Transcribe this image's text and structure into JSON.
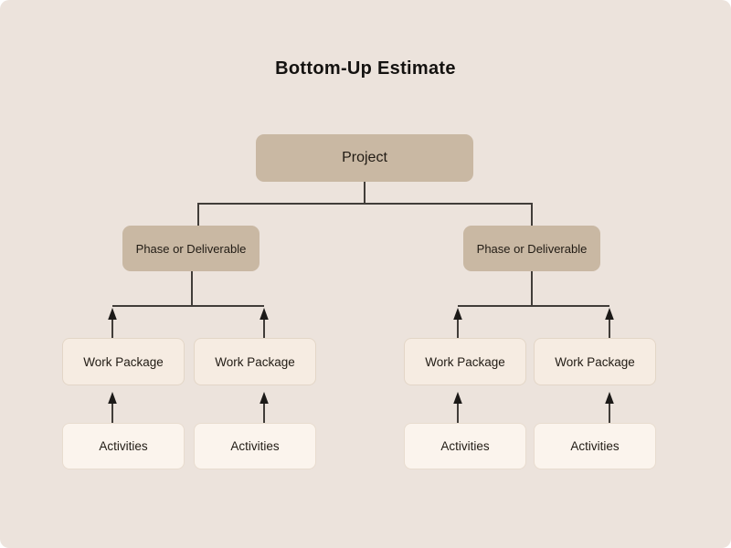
{
  "title": "Bottom-Up Estimate",
  "diagram": {
    "project": {
      "label": "Project"
    },
    "phases": [
      {
        "label": "Phase or Deliverable"
      },
      {
        "label": "Phase or Deliverable"
      }
    ],
    "work_packages": [
      {
        "label": "Work Package"
      },
      {
        "label": "Work Package"
      },
      {
        "label": "Work Package"
      },
      {
        "label": "Work Package"
      }
    ],
    "activities": [
      {
        "label": "Activities"
      },
      {
        "label": "Activities"
      },
      {
        "label": "Activities"
      },
      {
        "label": "Activities"
      }
    ]
  },
  "colors": {
    "background": "#ECE3DC",
    "node_primary": "#C9B8A3",
    "node_secondary": "#F6ECE2",
    "node_secondary_border": "#E3D6C7",
    "node_tertiary": "#FBF4ED",
    "node_tertiary_border": "#E8DCCF",
    "connector": "#413D39",
    "arrowhead": "#1C1A18",
    "text": "#211B14",
    "title_text": "#141210"
  }
}
